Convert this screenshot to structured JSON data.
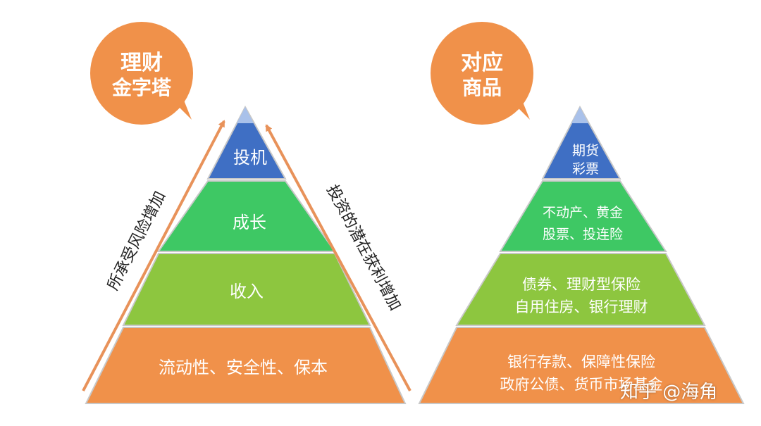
{
  "colors": {
    "orange": "#f0914a",
    "light_green": "#8dc63f",
    "green": "#3ec864",
    "blue": "#3f6fc4",
    "arrow": "#e8925a"
  },
  "left_diagram": {
    "bubble": {
      "line1": "理财",
      "line2": "金字塔"
    },
    "levels": {
      "top": "投机",
      "upper": "成长",
      "middle": "收入",
      "base": "流动性、安全性、保本"
    },
    "left_arrow_label": "所承受风险增加",
    "right_arrow_label": "投资的潜在获利增加"
  },
  "right_diagram": {
    "bubble": {
      "line1": "对应",
      "line2": "商品"
    },
    "levels": {
      "top": [
        "期货",
        "彩票"
      ],
      "upper": [
        "不动产、黄金",
        "股票、投连险"
      ],
      "middle": [
        "债券、理财型保险",
        "自用住房、银行理财"
      ],
      "base": [
        "银行存款、保障性保险",
        "政府公债、货币市场基金"
      ]
    }
  },
  "watermark": "知乎 @海角"
}
